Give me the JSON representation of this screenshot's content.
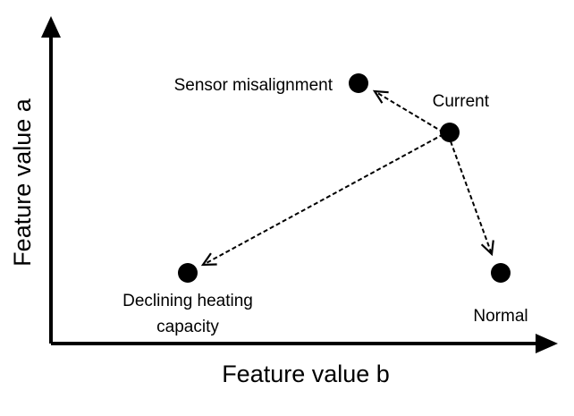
{
  "axes": {
    "x_label": "Feature value b",
    "y_label": "Feature value a"
  },
  "nodes": {
    "sensor_misalignment": {
      "label": "Sensor misalignment"
    },
    "current": {
      "label": "Current"
    },
    "declining_heating": {
      "label_line1": "Declining heating",
      "label_line2": "capacity"
    },
    "normal": {
      "label": "Normal"
    }
  },
  "colors": {
    "stroke": "#000000",
    "background": "#ffffff"
  }
}
